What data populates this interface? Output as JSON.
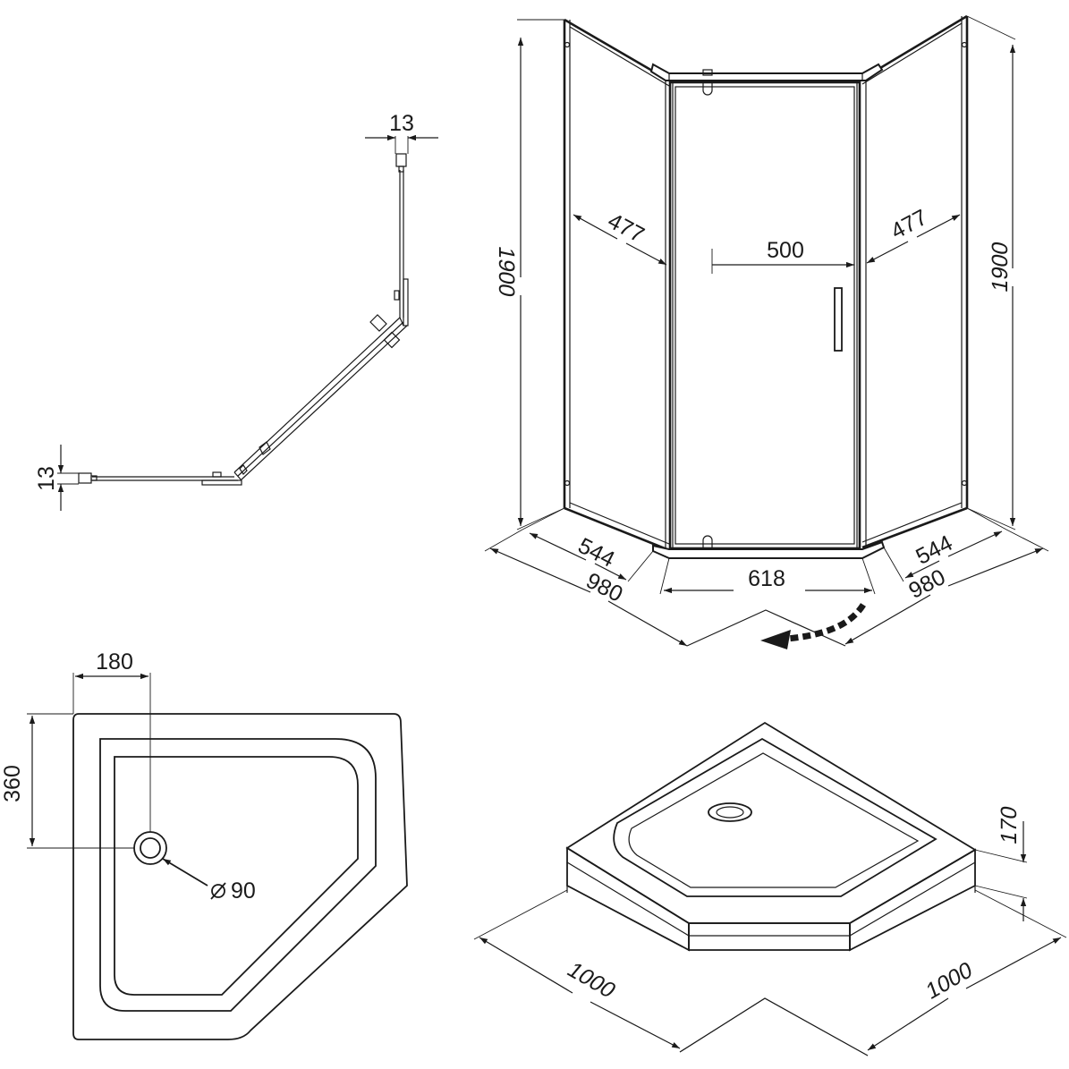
{
  "top_view": {
    "gap_top": "13",
    "gap_left": "13"
  },
  "front_view": {
    "height_left": "1900",
    "height_right": "1900",
    "side_panel_left": "477",
    "side_panel_right": "477",
    "door_width": "500",
    "base_left": "544",
    "base_right": "544",
    "door_base": "618",
    "overall_left": "980",
    "overall_right": "980",
    "swing_arrow_icon": "door-swing-arrow-icon"
  },
  "tray_plan": {
    "drain_offset_x": "180",
    "drain_offset_y": "360",
    "drain_diameter": "90"
  },
  "tray_iso": {
    "tray_height": "170",
    "tray_length_left": "1000",
    "tray_length_right": "1000"
  },
  "colors": {
    "line": "#1a1a1a",
    "background": "#ffffff"
  }
}
